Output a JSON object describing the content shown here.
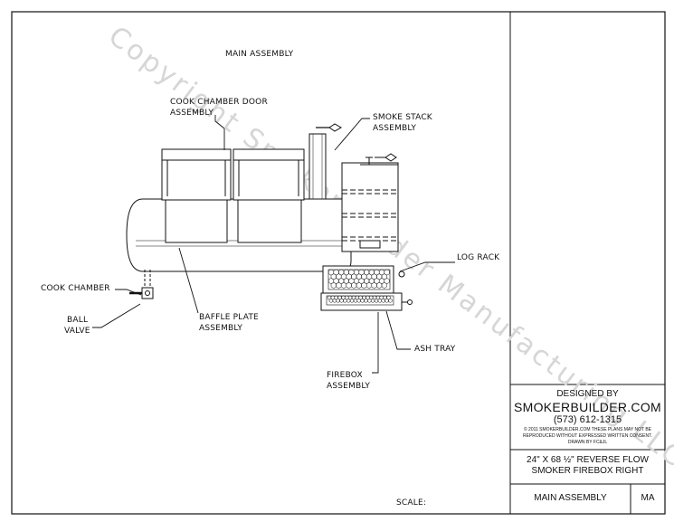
{
  "drawing": {
    "title": "MAIN ASSEMBLY",
    "scale_label": "SCALE:",
    "watermark": "Copyright Smokerbuilder Manufacturing LLC"
  },
  "callouts": {
    "door_1": "COOK CHAMBER DOOR",
    "door_2": "ASSEMBLY",
    "stack_1": "SMOKE STACK",
    "stack_2": "ASSEMBLY",
    "log_rack": "LOG RACK",
    "cook_chamber": "COOK CHAMBER",
    "ball_1": "BALL",
    "ball_2": "VALVE",
    "baffle_1": "BAFFLE PLATE",
    "baffle_2": "ASSEMBLY",
    "ash_tray": "ASH TRAY",
    "firebox_1": "FIREBOX",
    "firebox_2": "ASSEMBLY"
  },
  "title_block": {
    "designed_by": "DESIGNED BY",
    "company": "SMOKERBUILDER.COM",
    "phone": "(573) 612-1315",
    "copyright_1": "© 2011 SMOKERBUILDER.COM THESE PLANS MAY NOT BE",
    "copyright_2": "REPRODUCED WITHOUT EXPRESSED WRITTEN CONSENT.",
    "drawn_by": "DRAWN BY FC&JL",
    "plan_title_1": "24\" X 68 ½\" REVERSE FLOW",
    "plan_title_2": "SMOKER FIREBOX RIGHT",
    "sheet_name": "MAIN ASSEMBLY",
    "sheet_code": "MA"
  }
}
